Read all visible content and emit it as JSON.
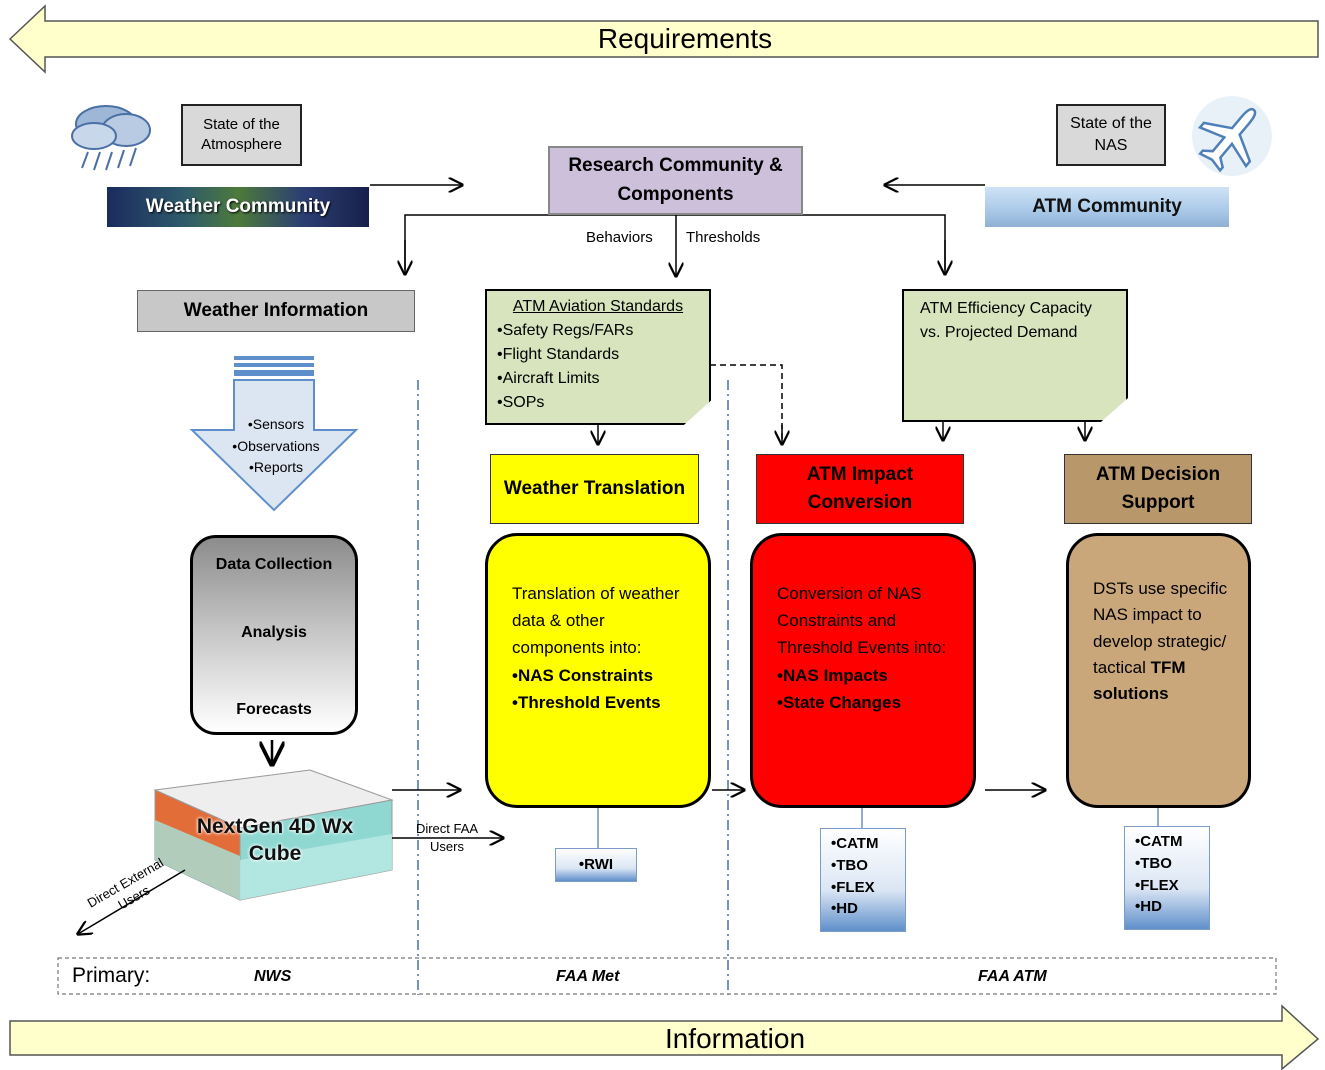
{
  "bands": {
    "top": "Requirements",
    "bottom": "Information"
  },
  "state_atmosphere": "State of the Atmosphere",
  "state_nas": "State of the NAS",
  "weather_community": "Weather Community",
  "atm_community": "ATM Community",
  "research": "Research Community & Components",
  "edge_labels": {
    "behaviors": "Behaviors",
    "thresholds": "Thresholds"
  },
  "weather_information": "Weather Information",
  "sources": [
    "•Sensors",
    "•Observations",
    "•Reports"
  ],
  "data_chain": [
    "Data Collection",
    "Analysis",
    "Forecasts"
  ],
  "cube": "NextGen 4D Wx Cube",
  "direct_faa": "Direct FAA Users",
  "direct_external": "Direct External Users",
  "standards": {
    "title": "ATM Aviation Standards",
    "items": [
      "•Safety Regs/FARs",
      "•Flight Standards",
      "•Aircraft Limits",
      "•SOPs"
    ]
  },
  "efficiency": "ATM Efficiency Capacity vs. Projected Demand",
  "columns": {
    "translation": {
      "header": "Weather Translation",
      "body": "Translation of weather data & other components into:",
      "bullets": [
        "•NAS Constraints",
        "•Threshold Events"
      ],
      "users": [
        "•RWI"
      ]
    },
    "conversion": {
      "header": "ATM Impact Conversion",
      "body": "Conversion of NAS Constraints and Threshold Events into:",
      "bullets": [
        "•NAS Impacts",
        "•State Changes"
      ],
      "users": [
        "•CATM",
        "•TBO",
        "•FLEX",
        "•HD"
      ]
    },
    "decision": {
      "header": "ATM Decision Support",
      "body": "DSTs use specific NAS impact to develop strategic/ tactical",
      "emph": "TFM solutions",
      "users": [
        "•CATM",
        "•TBO",
        "•FLEX",
        "•HD"
      ]
    }
  },
  "primary": {
    "label": "Primary:",
    "nws": "NWS",
    "faa_met": "FAA Met",
    "faa_atm": "FAA ATM"
  },
  "colors": {
    "band": "#ffffcc",
    "research": "#ccc0da",
    "standards": "#d7e4bd",
    "translation": "#ffff00",
    "conversion": "#ff0000",
    "decision": "#c9a77a",
    "decision_header": "#b8976a"
  }
}
